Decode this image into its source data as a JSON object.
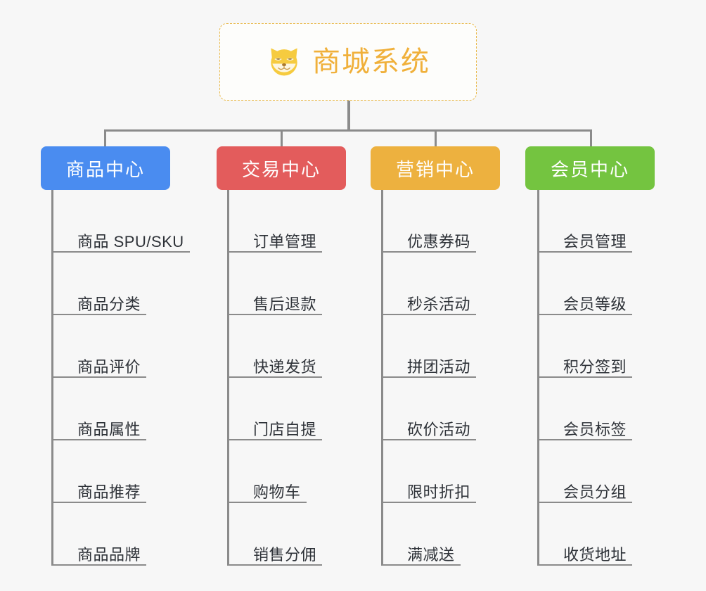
{
  "canvas": {
    "background": "#f7f7f7",
    "connector_color": "#8b8b8b"
  },
  "root": {
    "title": "商城系统",
    "icon": "shiba-dog-icon",
    "border_color": "#e9b94a",
    "text_color": "#f0b03a",
    "background": "#fdfdfb"
  },
  "categories": [
    {
      "label": "商品中心",
      "color": "#4a8cf0",
      "items": [
        "商品 SPU/SKU",
        "商品分类",
        "商品评价",
        "商品属性",
        "商品推荐",
        "商品品牌"
      ]
    },
    {
      "label": "交易中心",
      "color": "#e35c5c",
      "items": [
        "订单管理",
        "售后退款",
        "快递发货",
        "门店自提",
        "购物车",
        "销售分佣"
      ]
    },
    {
      "label": "营销中心",
      "color": "#edb13f",
      "items": [
        "优惠券码",
        "秒杀活动",
        "拼团活动",
        "砍价活动",
        "限时折扣",
        "满减送"
      ]
    },
    {
      "label": "会员中心",
      "color": "#74c440",
      "items": [
        "会员管理",
        "会员等级",
        "积分签到",
        "会员标签",
        "会员分组",
        "收货地址"
      ]
    }
  ]
}
